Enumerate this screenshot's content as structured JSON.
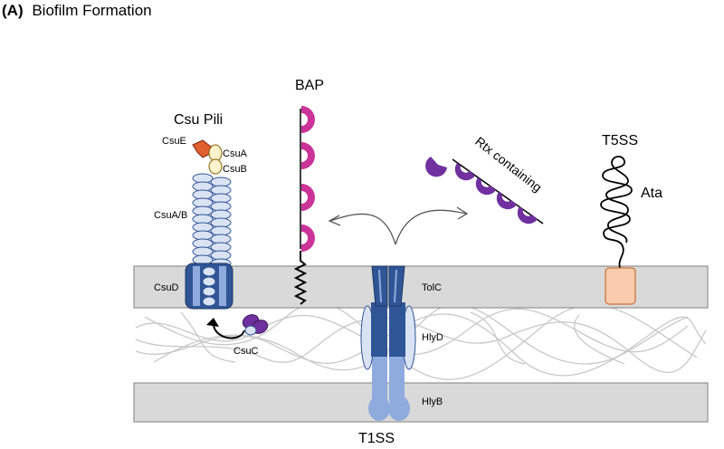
{
  "panel": {
    "letter": "(A)",
    "title": "Biofilm Formation"
  },
  "labels": {
    "bap": "BAP",
    "csu_pili": "Csu Pili",
    "csu_e": "CsuE",
    "csu_a": "CsuA",
    "csu_b": "CsuB",
    "csu_ab": "CsuA/B",
    "csu_d": "CsuD",
    "csu_c": "CsuC",
    "rtx": "Rtx containing",
    "t5ss": "T5SS",
    "ata": "Ata",
    "tolc": "TolC",
    "hlyd": "HlyD",
    "hlyb": "HlyB",
    "t1ss": "T1SS"
  },
  "colors": {
    "membrane": "#d9d9d9",
    "magenta": "#cc3399",
    "purple": "#7030a0",
    "dark_blue": "#2f5597",
    "light_blue": "#8faadc",
    "pale_blue": "#dae3f3",
    "orange": "#e06030",
    "pale_yellow": "#fff2cc",
    "peach": "#f8cbad"
  }
}
